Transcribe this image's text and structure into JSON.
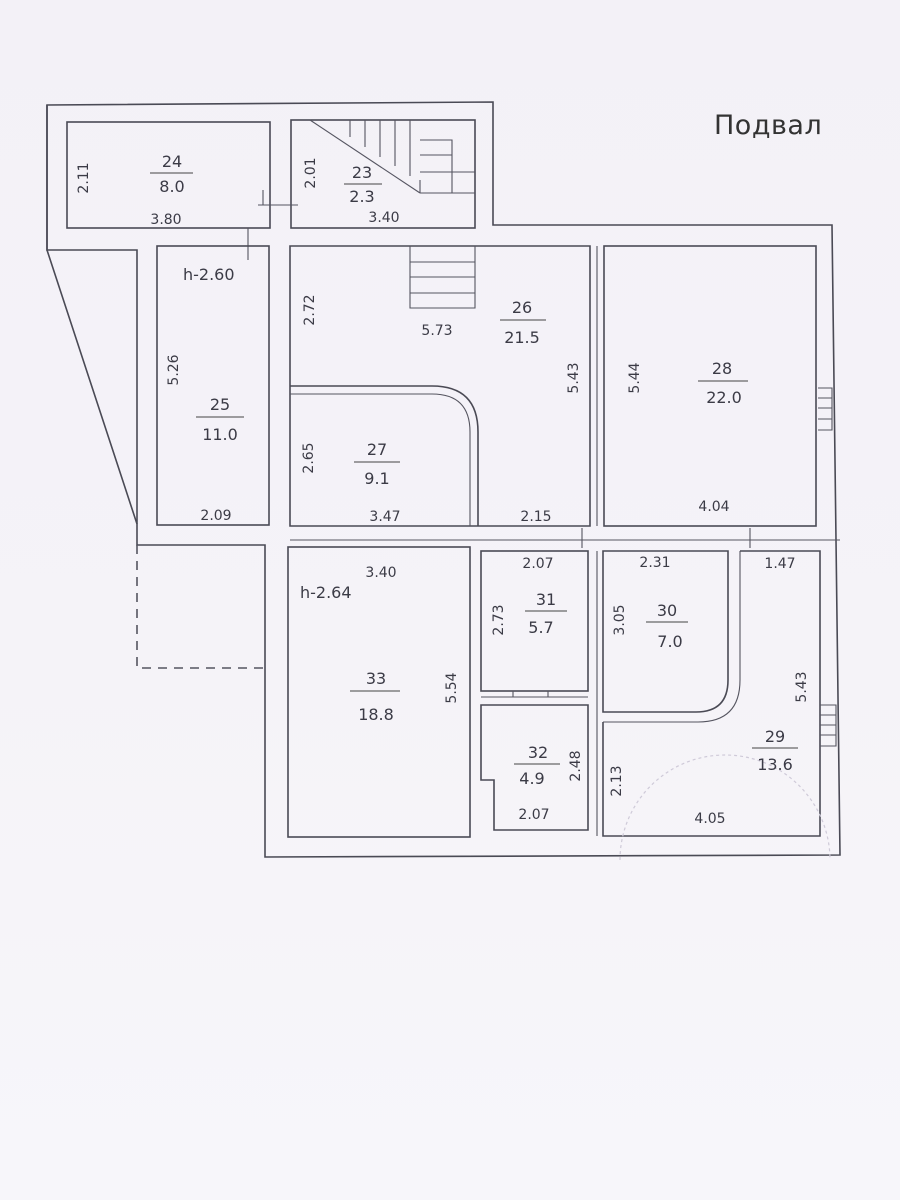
{
  "title": "Подвал",
  "rooms": [
    {
      "id": "24",
      "area": "8.0"
    },
    {
      "id": "23",
      "area": "2.3"
    },
    {
      "id": "25",
      "area": "11.0"
    },
    {
      "id": "26",
      "area": "21.5"
    },
    {
      "id": "27",
      "area": "9.1"
    },
    {
      "id": "28",
      "area": "22.0"
    },
    {
      "id": "33",
      "area": "18.8"
    },
    {
      "id": "31",
      "area": "5.7"
    },
    {
      "id": "30",
      "area": "7.0"
    },
    {
      "id": "32",
      "area": "4.9"
    },
    {
      "id": "29",
      "area": "13.6"
    }
  ],
  "heights": [
    "h-2.60",
    "h-2.64"
  ],
  "dimensions": [
    "2.11",
    "3.80",
    "2.01",
    "3.40",
    "5.26",
    "2.09",
    "2.72",
    "5.73",
    "5.43",
    "2.65",
    "3.47",
    "2.15",
    "5.44",
    "4.04",
    "3.40",
    "2.07",
    "2.31",
    "1.47",
    "2.73",
    "3.05",
    "5.54",
    "5.43",
    "2.48",
    "2.13",
    "2.07",
    "4.05"
  ]
}
